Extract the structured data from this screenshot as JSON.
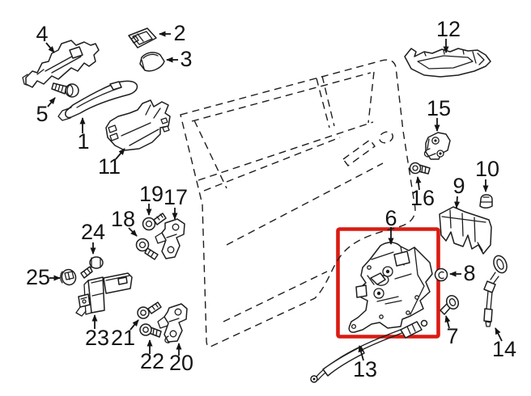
{
  "diagram": {
    "type": "exploded-parts-diagram",
    "subject": "rear-door-lock-and-hardware",
    "background_color": "#ffffff",
    "line_color": "#1d1d1d",
    "highlight_color": "#da1b12",
    "highlighted_callout": "6",
    "callouts": [
      {
        "label": "1",
        "highlighted": false
      },
      {
        "label": "2",
        "highlighted": false
      },
      {
        "label": "3",
        "highlighted": false
      },
      {
        "label": "4",
        "highlighted": false
      },
      {
        "label": "5",
        "highlighted": false
      },
      {
        "label": "6",
        "highlighted": true
      },
      {
        "label": "7",
        "highlighted": false
      },
      {
        "label": "8",
        "highlighted": false
      },
      {
        "label": "9",
        "highlighted": false
      },
      {
        "label": "10",
        "highlighted": false
      },
      {
        "label": "11",
        "highlighted": false
      },
      {
        "label": "12",
        "highlighted": false
      },
      {
        "label": "13",
        "highlighted": false
      },
      {
        "label": "14",
        "highlighted": false
      },
      {
        "label": "15",
        "highlighted": false
      },
      {
        "label": "16",
        "highlighted": false
      },
      {
        "label": "17",
        "highlighted": false
      },
      {
        "label": "18",
        "highlighted": false
      },
      {
        "label": "19",
        "highlighted": false
      },
      {
        "label": "20",
        "highlighted": false
      },
      {
        "label": "21",
        "highlighted": false
      },
      {
        "label": "22",
        "highlighted": false
      },
      {
        "label": "23",
        "highlighted": false
      },
      {
        "label": "24",
        "highlighted": false
      },
      {
        "label": "25",
        "highlighted": false
      }
    ]
  }
}
